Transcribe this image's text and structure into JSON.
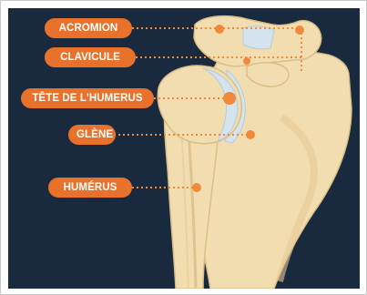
{
  "colors": {
    "background": "#192a3f",
    "label": "#e8722b",
    "bone": "#f2ddb0",
    "bone_shadow": "#d9bf85",
    "cartilage": "#d4e3ee",
    "connector": "#f08a3a"
  },
  "labels": [
    {
      "id": "acromion",
      "text": "ACROMION"
    },
    {
      "id": "clavicule",
      "text": "CLAVICULE"
    },
    {
      "id": "tete",
      "text": "TÊTE DE L'HUMERUS"
    },
    {
      "id": "glene",
      "text": "GLÈNE"
    },
    {
      "id": "humerus",
      "text": "HUMÉRUS"
    }
  ]
}
